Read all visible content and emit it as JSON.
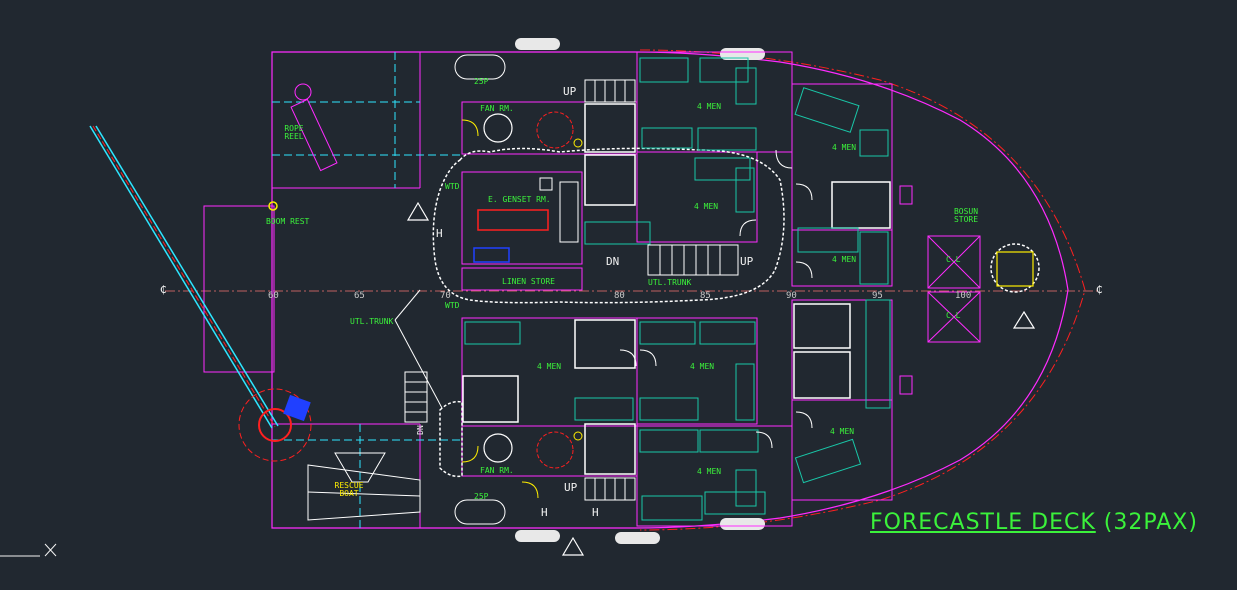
{
  "drawing": {
    "title_main": "FORECASTLE DECK",
    "title_pax": "(32PAX)",
    "centerline_symbol": "₵",
    "ticks": [
      "60",
      "65",
      "70",
      "80",
      "85",
      "90",
      "95",
      "100"
    ],
    "labels": {
      "rope_reel": "ROPE REEL",
      "boom_rest": "BOOM REST",
      "fan_rm_top": "FAN RM.",
      "fan_rm_bottom": "FAN RM.",
      "genset": "E. GENSET RM.",
      "linen_store": "LINEN STORE",
      "util_trunk_center": "UTL.TRUNK",
      "util_trunk_left": "UTL.TRUNK",
      "bosun_store": "BOSUN STORE",
      "cl_top": "C.L",
      "cl_bottom": "C.L",
      "rescue_boat": "RESCUE BOAT",
      "raft_top": "25P",
      "raft_bottom": "25P",
      "up_1": "UP",
      "up_2": "UP",
      "up_3": "UP",
      "dn_1": "DN",
      "dn_2": "DN",
      "wtd_1": "WTD",
      "wtd_2": "WTD",
      "h_1": "H",
      "h_2": "H",
      "h_3": "H",
      "men": [
        "4 MEN",
        "4 MEN",
        "4 MEN",
        "4 MEN",
        "4 MEN",
        "4 MEN",
        "4 MEN",
        "4 MEN"
      ]
    },
    "colors": {
      "background": "#212830",
      "hull": "#ff2bff",
      "walls": "#ffffff",
      "furniture": "#19c7a8",
      "cyan": "#2ee6ff",
      "text": "#3bf23b",
      "red": "#ff2020",
      "yellow": "#ffee00",
      "blue": "#2040ff"
    }
  }
}
